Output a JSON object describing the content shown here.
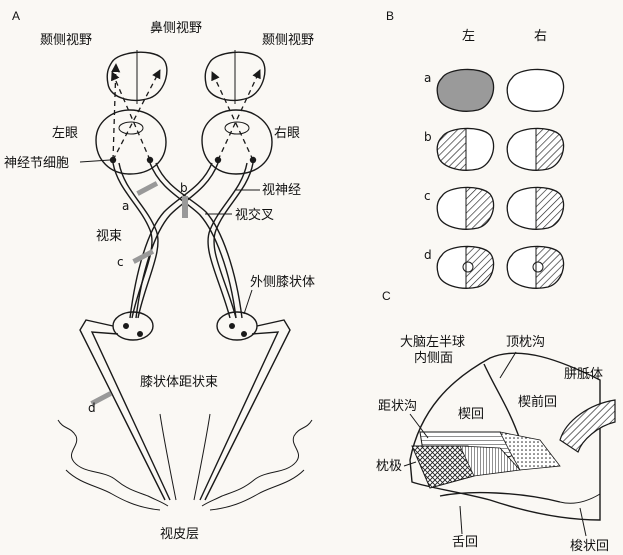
{
  "panels": {
    "a": "A",
    "b": "B",
    "c": "C"
  },
  "panel_a": {
    "nasal_field": "鼻侧视野",
    "temporal_field_left": "颞侧视野",
    "temporal_field_right": "颞侧视野",
    "left_eye": "左眼",
    "right_eye": "右眼",
    "ganglion_cells": "神经节细胞",
    "optic_nerve": "视神经",
    "optic_chiasm": "视交叉",
    "optic_tract": "视束",
    "lgn": "外侧膝状体",
    "radiation": "膝状体距状束",
    "visual_cortex": "视皮层",
    "lesion_a": "a",
    "lesion_b": "b",
    "lesion_c": "c",
    "lesion_d": "d"
  },
  "panel_b": {
    "left": "左",
    "right": "右",
    "rows": [
      {
        "label": "a",
        "left": "full",
        "right": "none"
      },
      {
        "label": "b",
        "left": "temporal",
        "right": "temporal"
      },
      {
        "label": "c",
        "left": "right-half",
        "right": "right-half"
      },
      {
        "label": "d",
        "left": "right-half-macular-sparing",
        "right": "right-half-macular-sparing"
      }
    ]
  },
  "panel_c": {
    "hemisphere": "大脑左半球",
    "medial": "内侧面",
    "parieto_occipital": "顶枕沟",
    "corpus_callosum": "胼胝体",
    "calcarine": "距状沟",
    "cuneus": "楔回",
    "precuneus": "楔前回",
    "occipital_pole": "枕极",
    "lingual": "舌回",
    "cingulate": "梭状回"
  }
}
